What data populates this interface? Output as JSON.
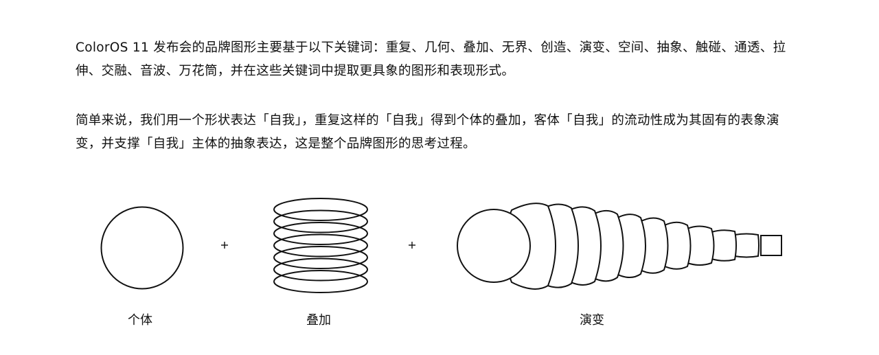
{
  "paragraphs": [
    {
      "lines": [
        "ColorOS 11 发布会的品牌图形主要基于以下关键词：重复、几何、叠加、无界、创造、演变、空间、抽象、触碰、通透、拉",
        "伸、交融、音波、万花筒，并在这些关键词中提取更具象的图形和表现形式。"
      ]
    },
    {
      "lines": [
        "简单来说，我们用一个形状表达「自我」，重复这样的「自我」得到个体的叠加，客体「自我」的流动性成为其固有的表象演",
        "变，并支撑「自我」主体的抽象表达，这是整个品牌图形的思考过程。"
      ]
    }
  ],
  "diagram": {
    "stroke_color": "#111111",
    "operators": [
      "+",
      "+"
    ],
    "labels": {
      "individual": "个体",
      "stacking": "叠加",
      "evolution": "演变"
    }
  }
}
